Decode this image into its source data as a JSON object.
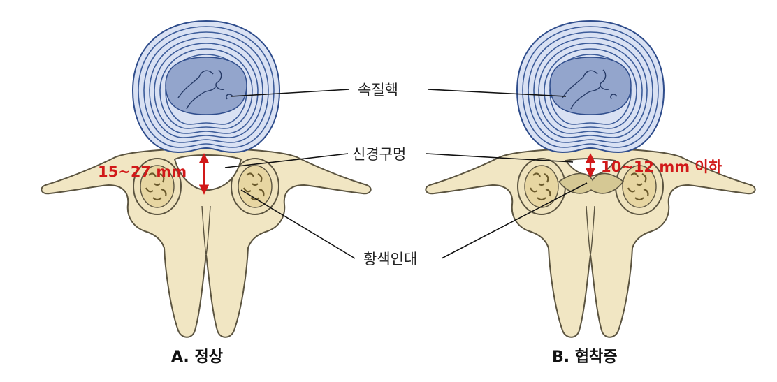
{
  "labels": {
    "nucleus": "속질핵",
    "foramen": "신경구멍",
    "ligament": "황색인대"
  },
  "panels": {
    "a": {
      "caption": "A. 정상",
      "measurement": "15~27 mm"
    },
    "b": {
      "caption": "B. 협착증",
      "measurement": "10~12 mm 이하"
    }
  },
  "colors": {
    "bone": "#f1e6c3",
    "bone_outline": "#5b5440",
    "disc_ring": "#3c5c9a",
    "disc_fill": "#c6d1ea",
    "nucleus_fill": "#93a5cc",
    "ligament": "#d5c894",
    "measurement": "#d11919"
  }
}
